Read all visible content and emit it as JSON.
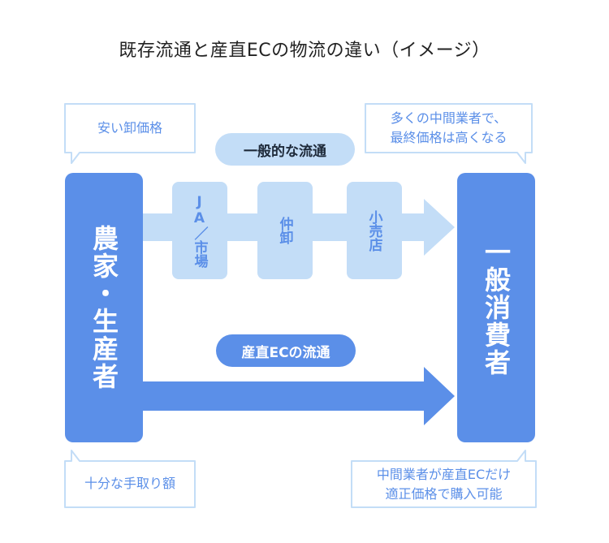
{
  "title": "既存流通と産直ECの物流の違い（イメージ）",
  "producer": "農家・生産者",
  "consumer": "一般消費者",
  "existing_flow": {
    "label": "一般的な流通",
    "intermediaries": [
      "JA／市場",
      "仲卸",
      "小売店"
    ]
  },
  "ec_flow": {
    "label": "産直ECの流通"
  },
  "callouts": {
    "producer_existing": "安い卸価格",
    "producer_ec": "十分な手取り額",
    "consumer_existing": [
      "多くの中間業者で、",
      "最終価格は高くなる"
    ],
    "consumer_ec": [
      "中間業者が産直ECだけ",
      "適正価格で購入可能"
    ]
  },
  "colors": {
    "primary": "#5b8fe8",
    "light": "#c3ddf7",
    "text": "#222222",
    "callout_text": "#5b8fe8"
  }
}
